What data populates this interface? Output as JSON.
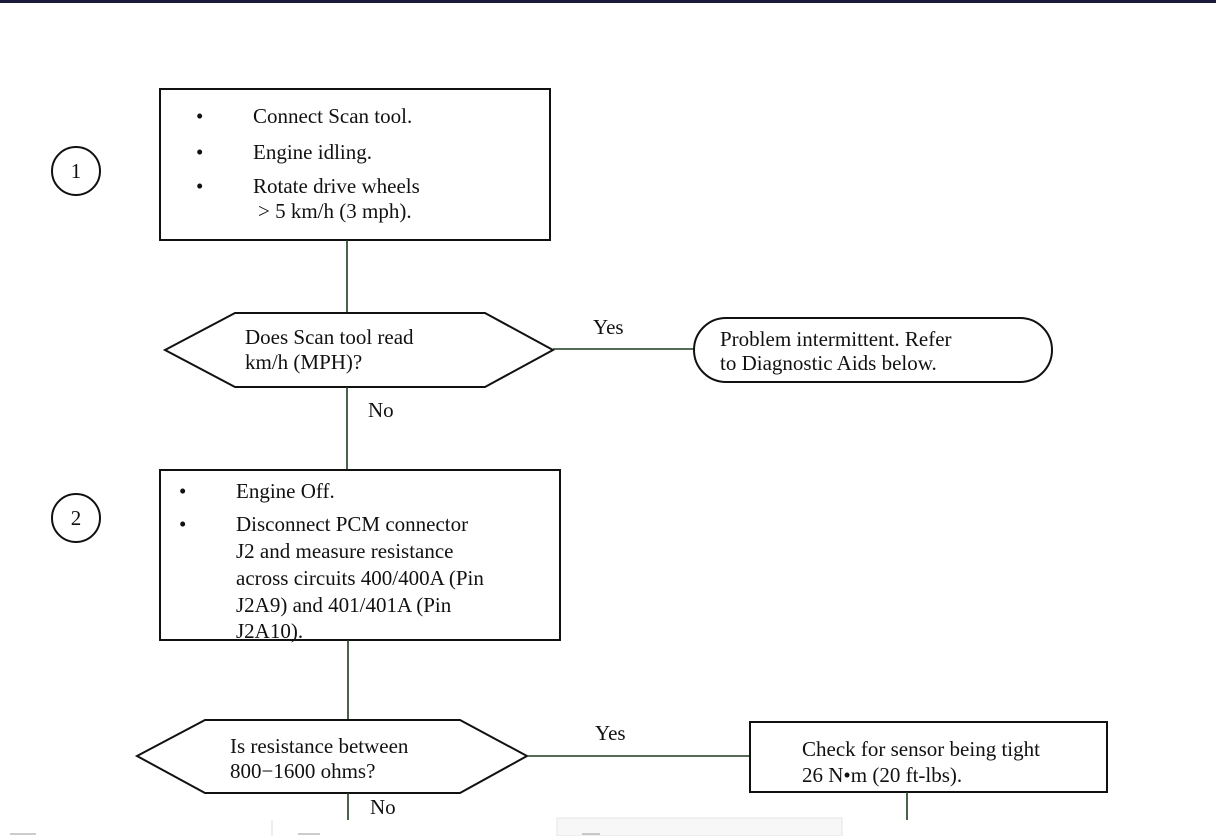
{
  "steps": [
    {
      "number": "1",
      "bullets": [
        "•",
        "•",
        "•"
      ],
      "lines": [
        "Connect Scan tool.",
        "Engine idling.",
        "Rotate drive wheels",
        "> 5 km/h (3 mph)."
      ]
    },
    {
      "number": "2",
      "bullets": [
        "•",
        "•"
      ],
      "lines": [
        "Engine Off.",
        "Disconnect PCM connector",
        "J2 and measure resistance",
        "across circuits 400/400A (Pin",
        "J2A9) and 401/401A (Pin",
        "J2A10)."
      ]
    }
  ],
  "decisions": [
    {
      "lines": [
        "Does Scan tool read",
        "km/h (MPH)?"
      ],
      "yes": "Yes",
      "no": "No"
    },
    {
      "lines": [
        "Is resistance between",
        "800−1600 ohms?"
      ],
      "yes": "Yes",
      "no": "No"
    }
  ],
  "outcomes": [
    {
      "lines": [
        "Problem intermittent. Refer",
        "to Diagnostic Aids below."
      ]
    },
    {
      "lines": [
        "Check for sensor being tight",
        "26 N•m (20 ft-lbs)."
      ]
    }
  ],
  "colors": {
    "border_top": "#1a1a3a",
    "connector": "#1d3a1d"
  }
}
